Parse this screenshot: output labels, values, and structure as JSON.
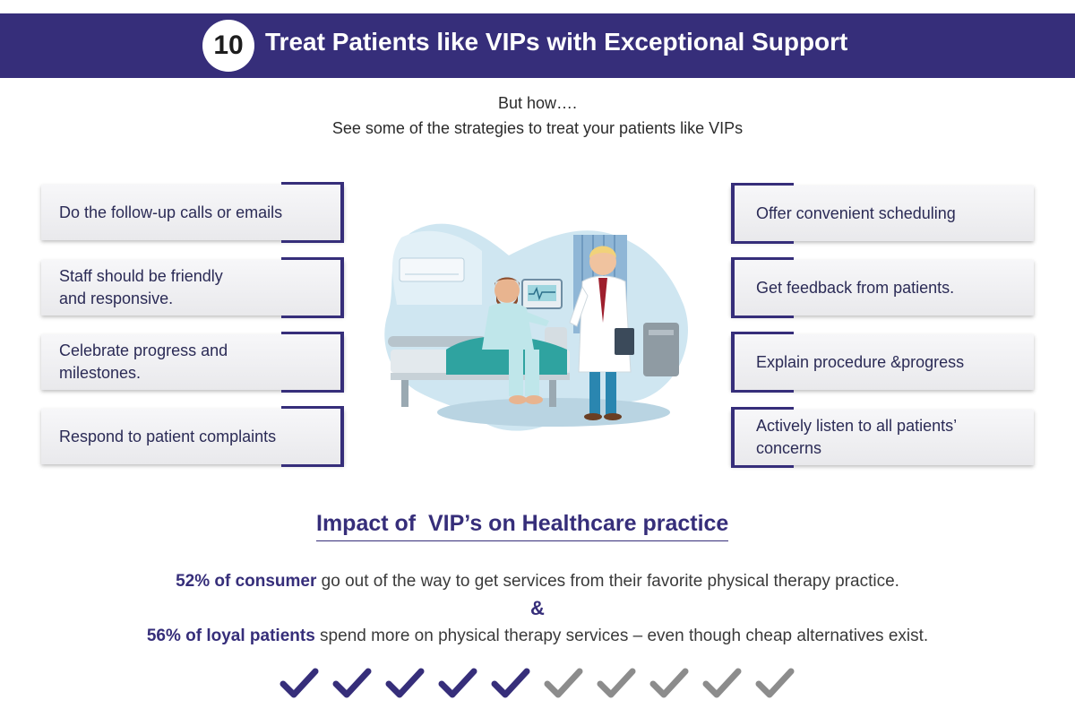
{
  "header": {
    "number": "10",
    "title": "Treat Patients like VIPs with Exceptional Support"
  },
  "intro": {
    "line1": "But how….",
    "line2": "See some of the strategies to treat your patients like VIPs"
  },
  "left_cards": [
    {
      "lines": [
        "Do the follow-up calls or emails"
      ]
    },
    {
      "lines": [
        "Staff should be friendly",
        "and responsive."
      ]
    },
    {
      "lines": [
        "Celebrate progress and",
        "milestones."
      ]
    },
    {
      "lines": [
        "Respond to patient complaints"
      ]
    }
  ],
  "right_cards": [
    {
      "lines": [
        "Offer convenient scheduling"
      ]
    },
    {
      "lines": [
        "Get feedback from patients."
      ]
    },
    {
      "lines": [
        "Explain procedure &progress"
      ]
    },
    {
      "lines": [
        "Actively listen to all patients’",
        "concerns"
      ]
    }
  ],
  "impact": {
    "heading": "Impact of  VIP’s on Healthcare practice",
    "stat1_bold": "52% of consumer",
    "stat1_rest": " go out of the way to get services from their favorite physical therapy practice.",
    "ampersand": "&",
    "stat2_bold": "56% of loyal patients",
    "stat2_rest": " spend more on physical therapy services – even though cheap alternatives exist."
  },
  "checkmarks": {
    "total": 10,
    "filled": 5,
    "filled_color": "#362e7a",
    "empty_color": "#8c8c8c"
  },
  "colors": {
    "brand": "#362e7a"
  }
}
